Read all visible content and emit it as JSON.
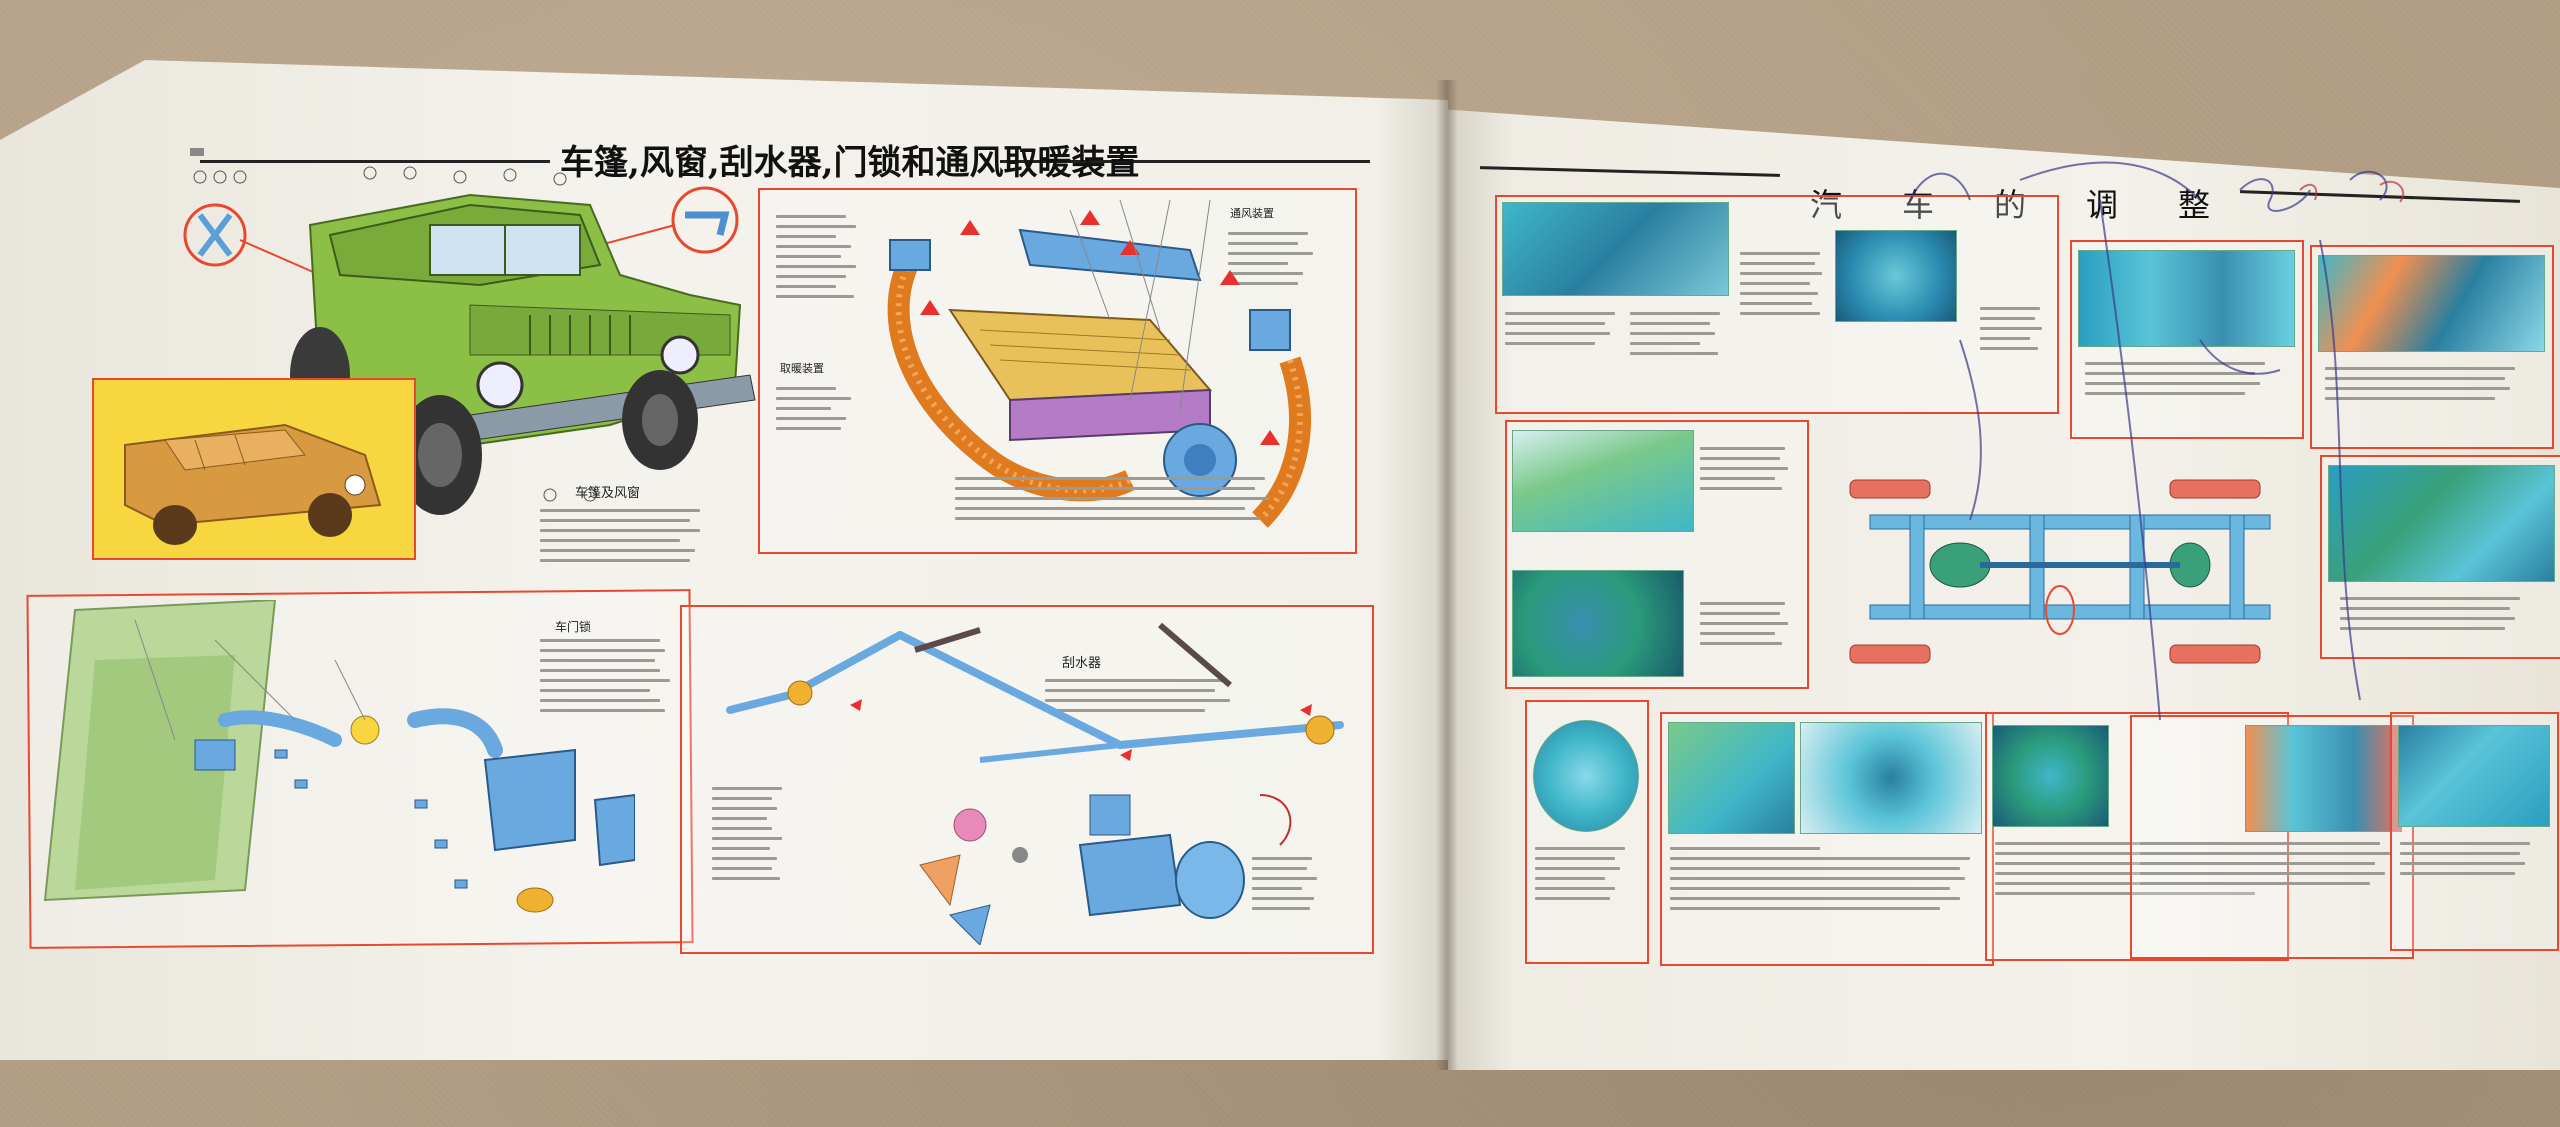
{
  "left_page": {
    "title": "车篷,风窗,刮水器,门锁和通风取暖装置",
    "sections": {
      "car_top": "车篷及风窗",
      "door_lock": "车门锁",
      "wiper": "刮水器",
      "ventilation": "通风装置",
      "heating": "取暖装置"
    }
  },
  "right_page": {
    "title": "汽车的调整"
  },
  "colors": {
    "frame_red": "#e8492e",
    "vehicle_green": "#8cbf45",
    "part_blue": "#6aa8e0",
    "duct_orange": "#e07a1f",
    "photo_teal": "#3fb7c9"
  }
}
